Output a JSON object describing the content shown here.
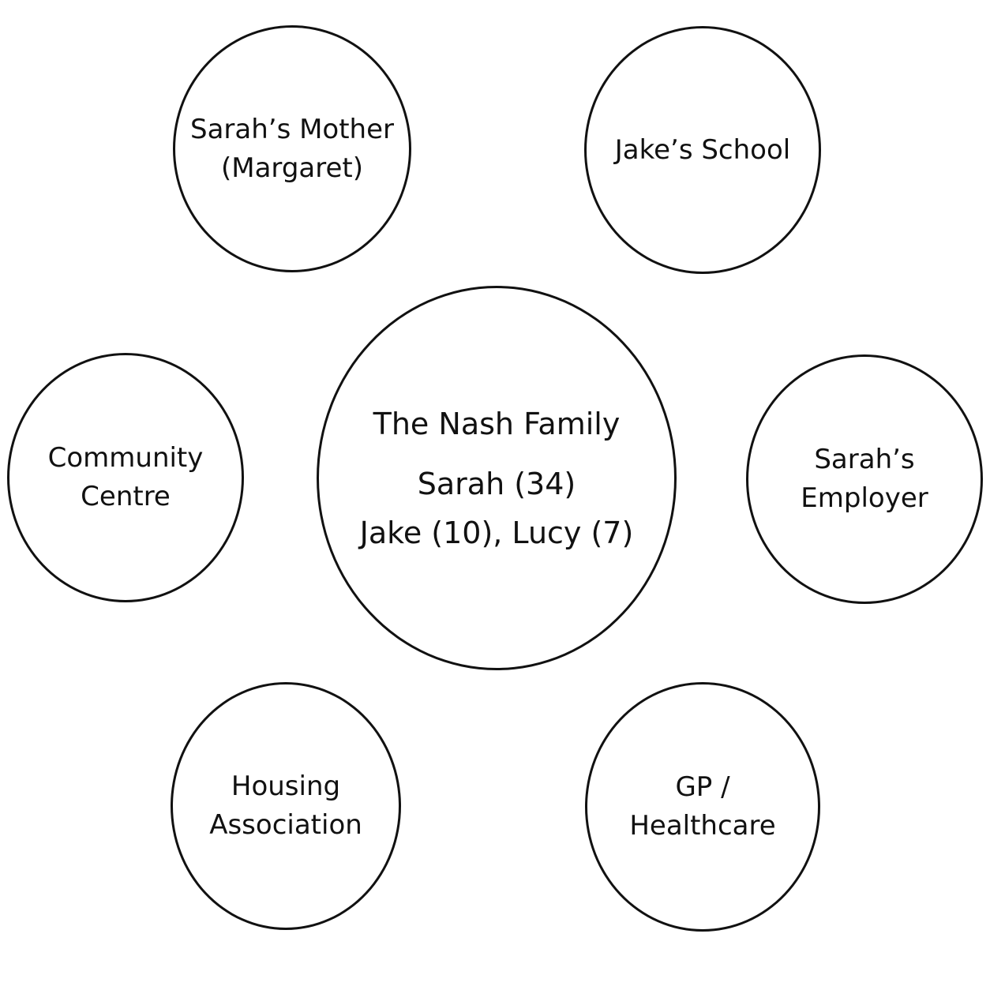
{
  "center": {
    "title": "The Nash Family",
    "line1": "Sarah (34)",
    "line2": "Jake (10), Lucy (7)"
  },
  "nodes": {
    "mother": {
      "line1": "Sarah’s Mother",
      "line2": "(Margaret)"
    },
    "school": {
      "line1": "Jake’s School"
    },
    "community": {
      "line1": "Community",
      "line2": "Centre"
    },
    "employer": {
      "line1": "Sarah’s",
      "line2": "Employer"
    },
    "housing": {
      "line1": "Housing",
      "line2": "Association"
    },
    "gp": {
      "line1": "GP /",
      "line2": "Healthcare"
    }
  }
}
